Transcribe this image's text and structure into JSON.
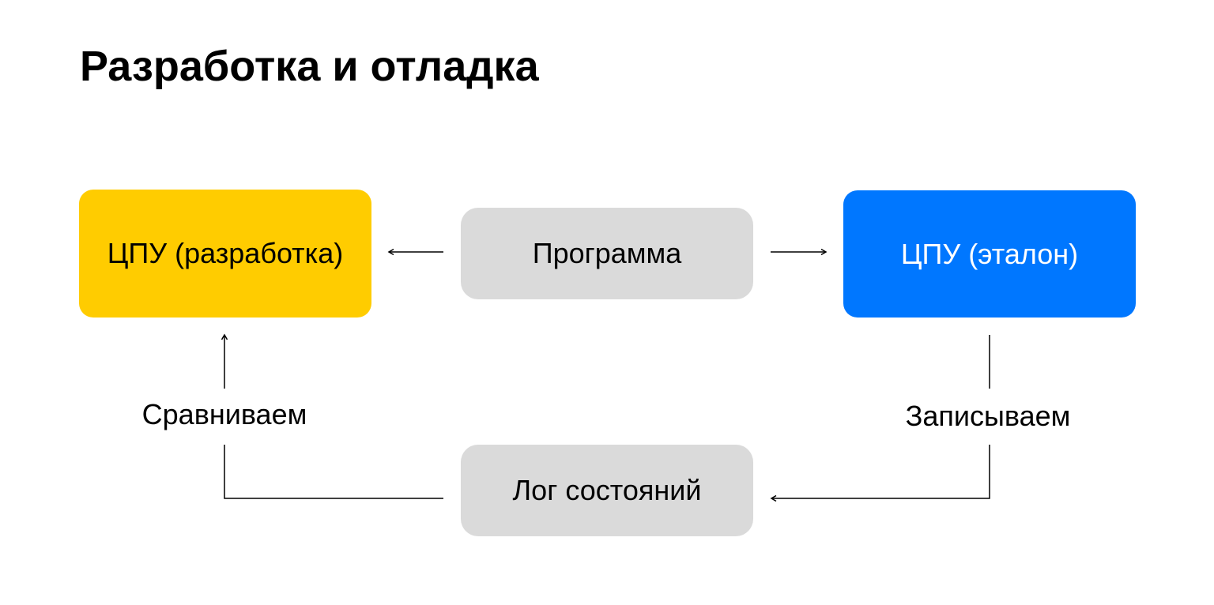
{
  "title": "Разработка и отладка",
  "nodes": {
    "cpu_dev": "ЦПУ (разработка)",
    "program": "Программа",
    "cpu_reference": "ЦПУ (эталон)",
    "state_log": "Лог состояний"
  },
  "edge_labels": {
    "compare": "Сравниваем",
    "record": "Записываем"
  },
  "colors": {
    "cpu_dev_fill": "#ffcc00",
    "cpu_reference_fill": "#0077ff",
    "neutral_fill": "#dadada"
  }
}
